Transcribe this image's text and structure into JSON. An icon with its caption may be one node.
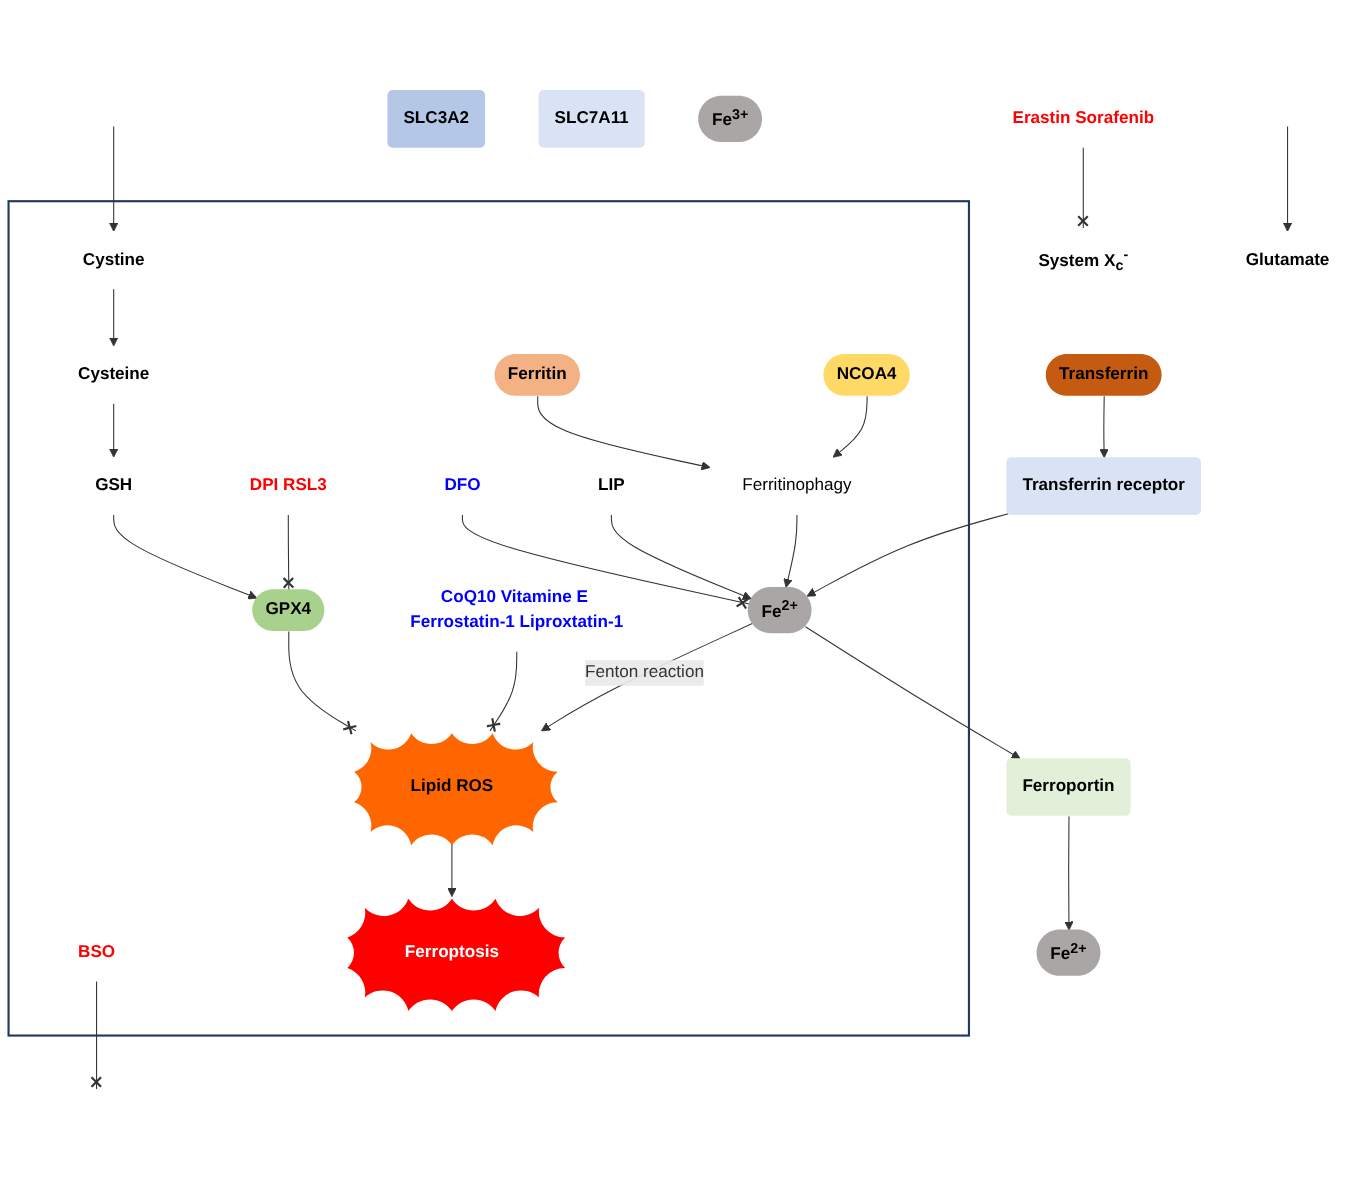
{
  "diagram": {
    "nodes": [
      {
        "text": [],
        "shape": "box"
      },
      {
        "text": [
          "Erastin Sorafenib"
        ]
      },
      {
        "text": [
          "System X$_{c}$$^{-}$"
        ]
      },
      {
        "text": [
          "SLC3A2"
        ]
      },
      {
        "text": [
          "SLC7A11"
        ]
      },
      {
        "text": [
          "Glutamate"
        ]
      },
      {
        "text": [
          "Cystine"
        ],
        "in": 0
      },
      {
        "text": [
          "Cysteine"
        ],
        "in": 0
      },
      {
        "text": [
          "GSH"
        ],
        "in": 0
      },
      {
        "text": [
          "BSO"
        ],
        "in": 0
      },
      {
        "text": [
          "DPI RSL3"
        ],
        "in": 0
      },
      {
        "text": [
          "GPX4"
        ],
        "in": 0
      },
      {
        "text": [
          "Lipid ROS"
        ],
        "in": 0
      },
      {
        "text": [
          "Ferroptosis"
        ],
        "in": 0
      },
      {
        "text": [
          "CoQ10 Vitamine E Ferrostatin-1 Liproxtatin-1"
        ],
        "in": 0
      },
      {
        "text": [
          "DFO"
        ],
        "in": 0
      },
      {
        "text": [
          "LIP"
        ],
        "in": 0
      },
      {
        "text": [
          "Fe$^{2+}$"
        ],
        "in": 0
      },
      {
        "text": [
          "Ferritinophagy"
        ],
        "in": 0
      },
      {
        "text": [
          "Ferritin"
        ],
        "in": 0
      },
      {
        "text": [
          "NCOA4"
        ],
        "in": 0
      },
      {
        "text": [
          "Transferrin receptor"
        ]
      },
      {
        "text": [
          "Ferroportin"
        ]
      },
      {
        "text": [
          "Fe$^{2+}$"
        ]
      },
      {
        "text": [
          "Transferrin"
        ]
      },
      {
        "text": [
          "Fe$^{3+}$"
        ]
      }
    ],
    "edges": [
      {
        "from": 1,
        "to": 2,
        "arrow": "other"
      },
      {
        "from": null,
        "to": 6,
        "arrow": "to"
      },
      {
        "from": null,
        "to": 5,
        "arrow": "to"
      },
      {
        "from": 6,
        "to": 7,
        "arrow": "to"
      },
      {
        "from": 7,
        "to": 8,
        "arrow": "to"
      },
      {
        "from": 8,
        "to": 11,
        "arrow": "to"
      },
      {
        "from": 9,
        "to": null,
        "arrow": "other"
      },
      {
        "from": 10,
        "to": 11,
        "arrow": "other"
      },
      {
        "from": 11,
        "to": 12,
        "arrow": "other"
      },
      {
        "from": 12,
        "to": 13,
        "arrow": "to"
      },
      {
        "from": 14,
        "to": 12,
        "arrow": "other"
      },
      {
        "from": 15,
        "to": 17,
        "arrow": "other"
      },
      {
        "from": 17,
        "to": 12,
        "arrow": "to",
        "label": "Fenton reaction"
      },
      {
        "from": 16,
        "to": 17,
        "arrow": "to"
      },
      {
        "from": 18,
        "to": 17,
        "arrow": "to"
      },
      {
        "from": 19,
        "to": 18,
        "arrow": "to"
      },
      {
        "from": 20,
        "to": 18,
        "arrow": "to"
      },
      {
        "from": 21,
        "to": 17,
        "arrow": "to"
      },
      {
        "from": 17,
        "to": 22,
        "arrow": "to"
      },
      {
        "from": 22,
        "to": 23,
        "arrow": "to"
      },
      {
        "from": 24,
        "to": 21,
        "arrow": "to"
      }
    ]
  }
}
